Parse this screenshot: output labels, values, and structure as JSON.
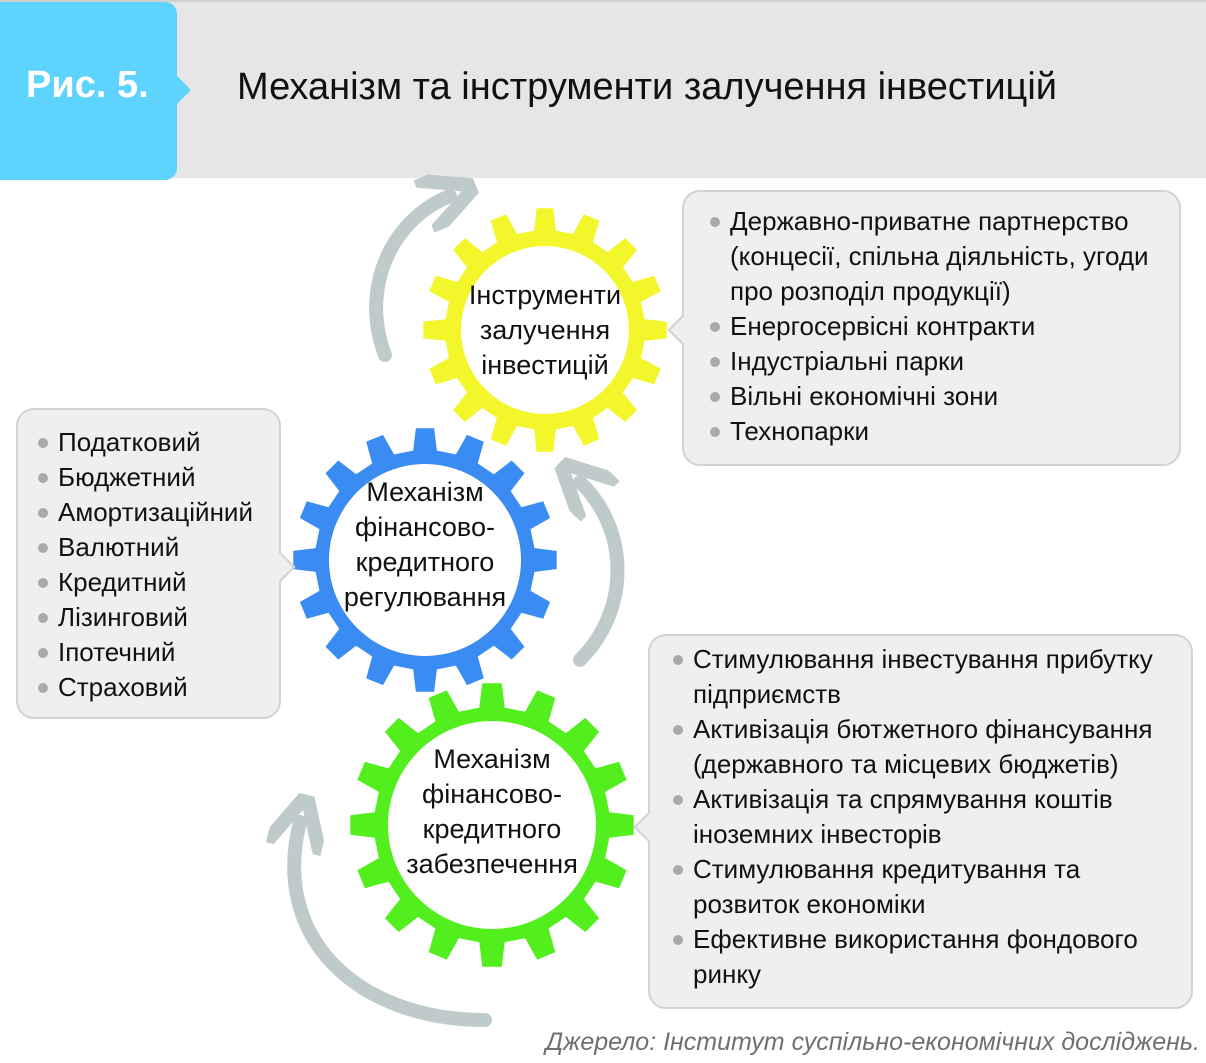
{
  "header": {
    "figure_label": "Рис. 5.",
    "title": "Механізм та інструменти залучення інвестицій"
  },
  "gears": {
    "instruments": {
      "lines": [
        "Інструменти",
        "залучення",
        "інвестицій"
      ],
      "color": "#f2f62b"
    },
    "regulation": {
      "lines": [
        "Механізм",
        "фінансово-",
        "кредитного",
        "регулювання"
      ],
      "color": "#3b8cf2"
    },
    "provision": {
      "lines": [
        "Механізм",
        "фінансово-",
        "кредитного",
        "забезпечення"
      ],
      "color": "#52ee1e"
    }
  },
  "instruments_box": {
    "items": [
      "Державно-приватне партнерство (концесії, спільна діяльність, угоди про розподіл продукції)",
      "Енергосервісні контракти",
      "Індустріальні парки",
      "Вільні економічні зони",
      "Технопарки"
    ]
  },
  "regulation_box": {
    "items": [
      "Податковий",
      "Бюджетний",
      "Амортизаційний",
      "Валютний",
      "Кредитний",
      "Лізинговий",
      "Іпотечний",
      "Страховий"
    ]
  },
  "provision_box": {
    "items": [
      "Стимулювання інвестування прибутку підприємств",
      "Активізація бютжетного фінансування (державного та місцевих бюджетів)",
      "Активізація та спрямування коштів іноземних інвесторів",
      "Стимулювання кредитування та розвиток економіки",
      "Ефективне використання фондового ринку"
    ]
  },
  "source": "Джерело: Інститут суспільно-економічних досліджень.",
  "colors": {
    "accent": "#5dd3fe",
    "arrow": "#bfcbcb"
  }
}
